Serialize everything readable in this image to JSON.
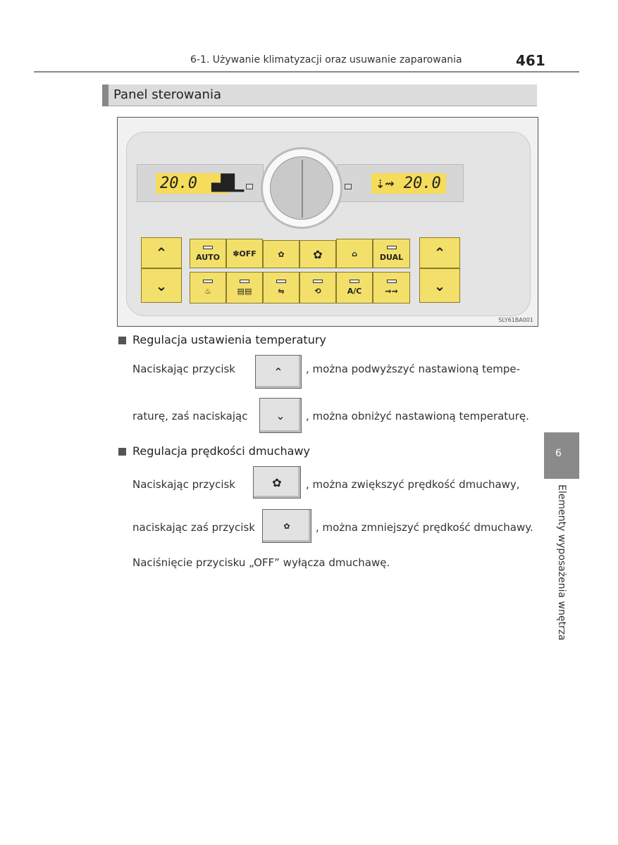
{
  "header": {
    "title": "6-1. Używanie klimatyzacji oraz usuwanie zaparowania",
    "page": "461"
  },
  "section": {
    "title": "Panel sterowania"
  },
  "figure": {
    "left_display": "20.0 ▗▟█▁",
    "right_display": "⇣⇝ 20.0",
    "buttons_top": [
      "AUTO",
      "✽OFF",
      "✿",
      "✿",
      "⌂",
      "DUAL"
    ],
    "buttons_bottom": [
      "♨",
      "▤▤",
      "⇋",
      "⟲",
      "A/C",
      "⇝⇝"
    ],
    "up": "⌃",
    "down": "⌄",
    "code": "SLY61BA001"
  },
  "temp": {
    "heading": "Regulacja ustawienia temperatury",
    "line1_a": "Naciskając przycisk",
    "line1_b": ", można podwyższyć nastawioną tempe-",
    "line2_a": "raturę, zaś naciskając",
    "line2_b": ", można obniżyć nastawioną temperaturę."
  },
  "fan": {
    "heading": "Regulacja prędkości dmuchawy",
    "line1_a": "Naciskając przycisk",
    "line1_b": ", można zwiększyć prędkość dmuchawy,",
    "line2_a": "naciskając zaś przycisk",
    "line2_b": ", można zmniejszyć prędkość dmuchawy.",
    "note": "Naciśnięcie przycisku „OFF” wyłącza dmuchawę."
  },
  "side": {
    "chapter": "6",
    "label": "Elementy wyposażenia wnętrza"
  }
}
